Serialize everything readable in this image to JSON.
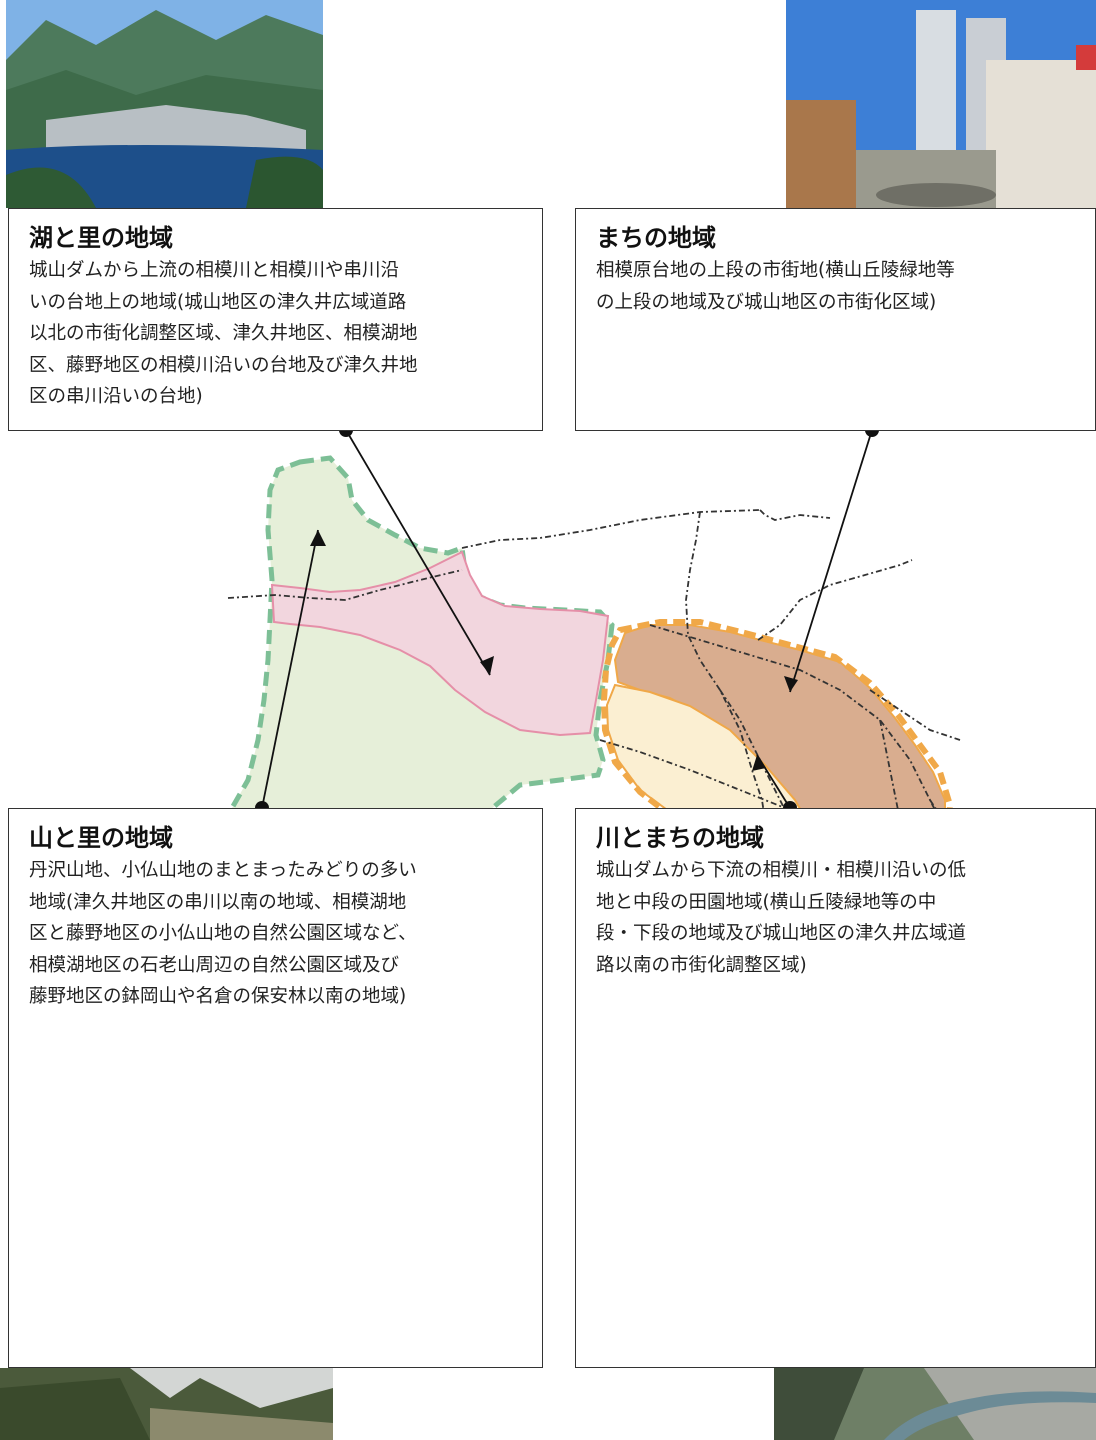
{
  "regions": {
    "lake": {
      "title": "湖と里の地域",
      "lines": [
        "城山ダムから上流の相模川と相模川や串川沿",
        "いの台地上の地域(城山地区の津久井広域道路",
        "以北の市街化調整区域、津久井地区、相模湖地",
        "区、藤野地区の相模川沿いの台地及び津久井地",
        "区の串川沿いの台地)"
      ]
    },
    "city": {
      "title": "まちの地域",
      "lines": [
        "相模原台地の上段の市街地(横山丘陵緑地等",
        "の上段の地域及び城山地区の市街化区域)"
      ]
    },
    "mountain": {
      "title": "山と里の地域",
      "lines": [
        "丹沢山地、小仏山地のまとまったみどりの多い",
        "地域(津久井地区の串川以南の地域、相模湖地",
        "区と藤野地区の小仏山地の自然公園区域など、",
        "相模湖地区の石老山周辺の自然公園区域及び",
        "藤野地区の鉢岡山や名倉の保安林以南の地域)"
      ]
    },
    "river": {
      "title": "川とまちの地域",
      "lines": [
        "城山ダムから下流の相模川・相模川沿いの低",
        "地と中段の田園地域(横山丘陵緑地等の中",
        "段・下段の地域及び城山地区の津久井広域道",
        "路以南の市街化調整区域)"
      ]
    }
  },
  "colors": {
    "mountain_fill": "#e6efd9",
    "mountain_border": "#7dbf96",
    "lake_fill": "#f2d6de",
    "lake_border": "#e58fa8",
    "city_fill": "#d9ad8f",
    "river_fill": "#fbefd2",
    "city_border": "#f0a848",
    "line": "#333333"
  }
}
